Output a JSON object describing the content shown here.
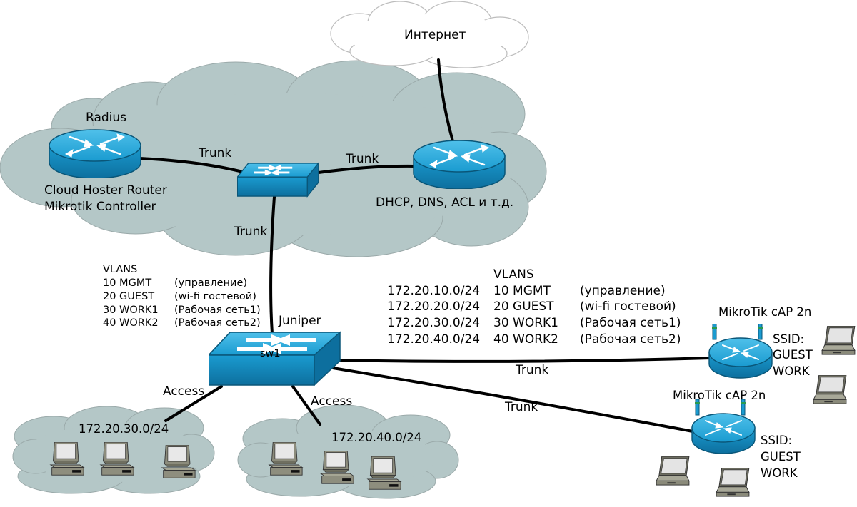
{
  "colors": {
    "cloud": "#b4c7c7",
    "device_blue": "#1a9bd0",
    "device_dark": "#0d6f9e",
    "screen": "#dcdcdc"
  },
  "internet": {
    "label": "Интернет"
  },
  "radius_router": {
    "title": "Radius",
    "caption_1": "Cloud Hoster Router",
    "caption_2": "Mikrotik Controller"
  },
  "core_router": {
    "caption": "DHCP, DNS, ACL и т.д."
  },
  "links": {
    "trunk_left": "Trunk",
    "trunk_right": "Trunk",
    "trunk_down": "Trunk",
    "trunk_ap1": "Trunk",
    "trunk_ap2": "Trunk",
    "access_left": "Access",
    "access_right": "Access"
  },
  "juniper": {
    "title": "Juniper",
    "name": "sw1"
  },
  "vlans_left": {
    "title": "VLANS",
    "rows": [
      {
        "vlan": "10 MGMT",
        "desc": "(управление)"
      },
      {
        "vlan": "20 GUEST",
        "desc": "(wi-fi  гостевой)"
      },
      {
        "vlan": "30 WORK1",
        "desc": "(Рабочая сеть1)"
      },
      {
        "vlan": "40 WORK2",
        "desc": "(Рабочая сеть2)"
      }
    ]
  },
  "vlans_right": {
    "title": "VLANS",
    "rows": [
      {
        "subnet": "172.20.10.0/24",
        "vlan": "10 MGMT",
        "desc": "(управление)"
      },
      {
        "subnet": "172.20.20.0/24",
        "vlan": "20 GUEST",
        "desc": "(wi-fi  гостевой)"
      },
      {
        "subnet": "172.20.30.0/24",
        "vlan": "30 WORK1",
        "desc": "(Рабочая сеть1)"
      },
      {
        "subnet": "172.20.40.0/24",
        "vlan": "40 WORK2",
        "desc": "(Рабочая сеть2)"
      }
    ]
  },
  "ap1": {
    "title": "MikroTik cAP 2n",
    "ssid_1": "SSID:",
    "ssid_2": "GUEST",
    "ssid_3": "WORK"
  },
  "ap2": {
    "title": "MikroTik cAP 2n",
    "ssid_1": "SSID:",
    "ssid_2": "GUEST",
    "ssid_3": "WORK"
  },
  "lan_left": {
    "subnet": "172.20.30.0/24"
  },
  "lan_right": {
    "subnet": "172.20.40.0/24"
  }
}
